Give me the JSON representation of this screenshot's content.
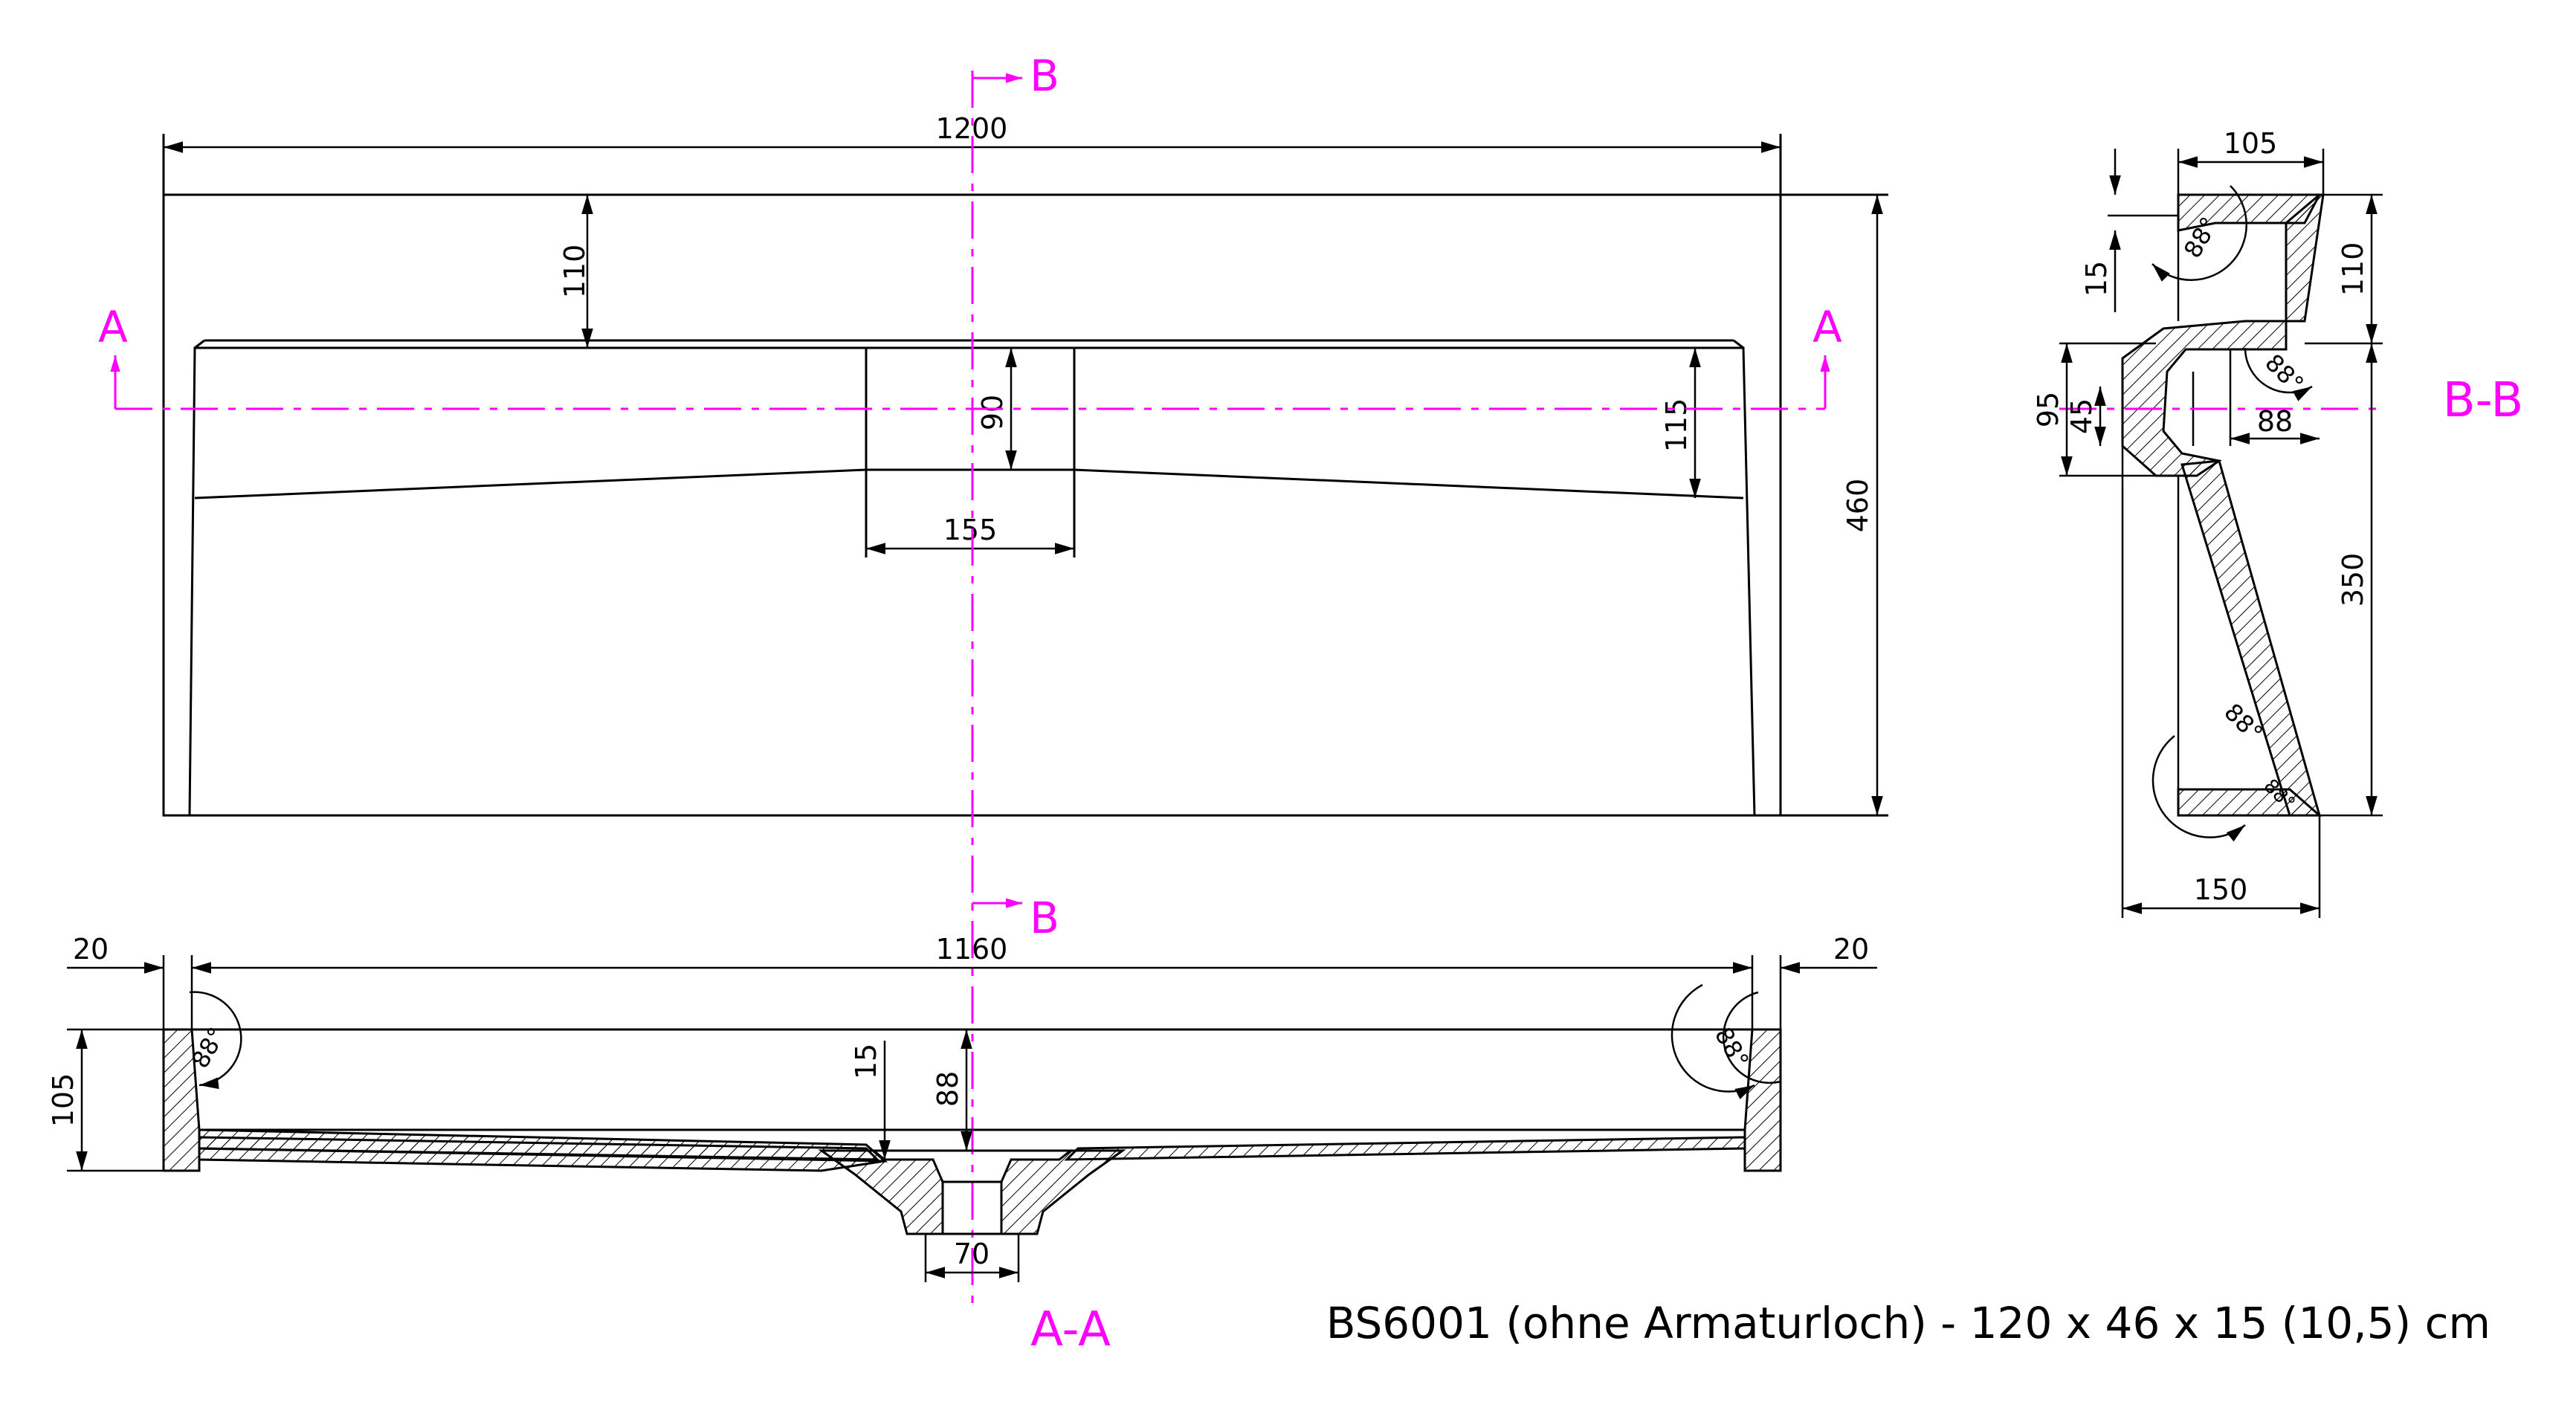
{
  "caption": "BS6001 (ohne Armaturloch) - 120 x 46 x 15 (10,5) cm",
  "colors": {
    "line": "#000000",
    "section": "#ff00ff",
    "background": "#ffffff"
  },
  "top_view": {
    "dim_width": "1200",
    "dim_rim": "110",
    "dim_drain_depth": "90",
    "dim_right_depth": "115",
    "dim_drain_width": "155",
    "dim_depth": "460",
    "section_a_left": "A",
    "section_a_right": "A",
    "section_b_top": "B",
    "section_b_bottom": "B"
  },
  "section_aa": {
    "label": "A-A",
    "dim_left_wall": "20",
    "dim_inner_width": "1160",
    "dim_right_wall": "20",
    "dim_height": "105",
    "dim_floor": "15",
    "dim_drain": "88",
    "dim_drain_width": "70",
    "angle_left": "88°",
    "angle_right": "88°"
  },
  "section_bb": {
    "label": "B-B",
    "dim_top": "105",
    "dim_wall": "15",
    "dim_rim": "110",
    "dim_front_height": "95",
    "dim_front_inner": "45",
    "dim_inner": "88",
    "dim_depth": "350",
    "dim_bottom": "150",
    "angle_top": "88°",
    "angle_mid": "88°",
    "angle_low": "88°",
    "angle_bottom": "88°"
  }
}
